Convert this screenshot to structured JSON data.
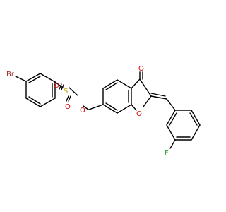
{
  "molecule": {
    "atoms": {
      "bromine": {
        "symbol": "Br",
        "color": "#a52a2a"
      },
      "sulfur": {
        "symbol": "S",
        "color": "#b8a200"
      },
      "sulfonyl_oxygen_top": {
        "symbol": "O",
        "color": "#e00000"
      },
      "sulfonyl_oxygen_bottom": {
        "symbol": "O",
        "color": "#e00000"
      },
      "ester_oxygen": {
        "symbol": "O",
        "color": "#e00000"
      },
      "furan_oxygen": {
        "symbol": "O",
        "color": "#e00000"
      },
      "ketone_oxygen": {
        "symbol": "O",
        "color": "#e00000"
      },
      "fluorine": {
        "symbol": "F",
        "color": "#3aa23a"
      }
    },
    "bond_color": "#000000",
    "background": "#ffffff"
  }
}
